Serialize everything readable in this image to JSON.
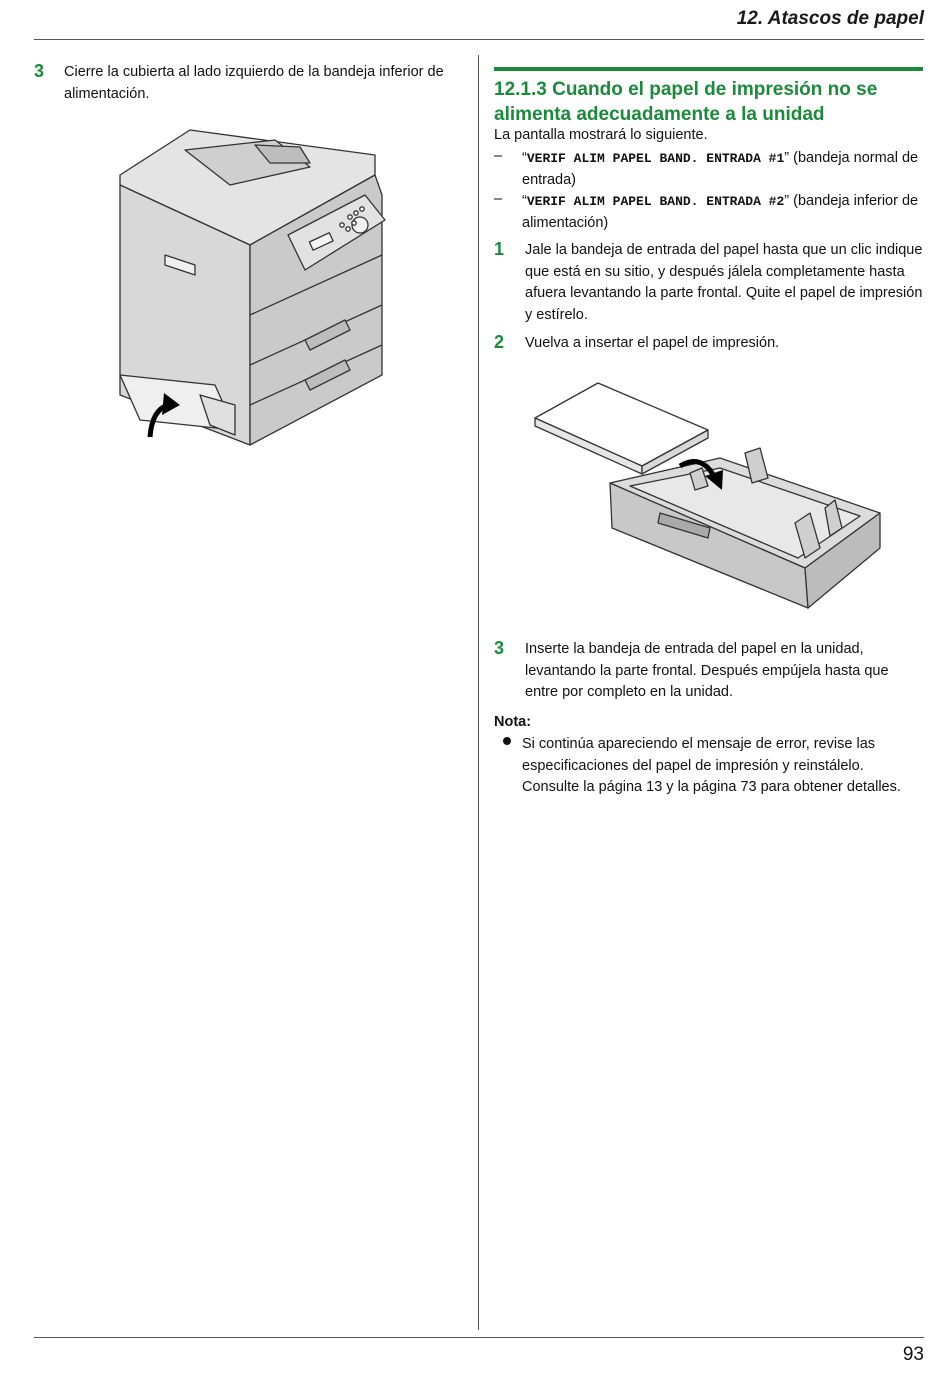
{
  "header": {
    "title": "12. Atascos de papel"
  },
  "left_column": {
    "step3": {
      "number": "3",
      "text": "Cierre la cubierta al lado izquierdo de la bandeja inferior de alimentación."
    }
  },
  "right_column": {
    "section_heading": "12.1.3 Cuando el papel de impresión no se alimenta adecuadamente a la unidad",
    "intro": "La pantalla mostrará lo siguiente.",
    "messages": [
      {
        "dash": "–",
        "open_quote": "“",
        "code": "VERIF ALIM PAPEL BAND. ENTRADA #1",
        "close_quote": "”",
        "description": " (bandeja normal de entrada)"
      },
      {
        "dash": "–",
        "open_quote": "“",
        "code": "VERIF ALIM PAPEL BAND. ENTRADA #2",
        "close_quote": "”",
        "description": " (bandeja inferior de alimentación)"
      }
    ],
    "steps": [
      {
        "number": "1",
        "text": "Jale la bandeja de entrada del papel hasta que un clic indique que está en su sitio, y después jálela completamente hasta afuera levantando la parte frontal. Quite el papel de impresión y estírelo."
      },
      {
        "number": "2",
        "text": "Vuelva a insertar el papel de impresión."
      },
      {
        "number": "3",
        "text": "Inserte la bandeja de entrada del papel en la unidad, levantando la parte frontal. Después empújela hasta que entre por completo en la unidad."
      }
    ],
    "note": {
      "label": "Nota:",
      "text": "Si continúa apareciendo el mensaje de error, revise las especificaciones del papel de impresión y reinstálelo. Consulte la página 13 y la página 73 para obtener detalles."
    }
  },
  "footer": {
    "page_number": "93"
  },
  "colors": {
    "accent_green": "#1b8a3a",
    "illustration_fill": "#d4d4d4",
    "illustration_stroke": "#333333"
  },
  "illustrations": {
    "printer": "multifunction-printer-lower-tray-cover-closing",
    "tray": "paper-tray-reloading-paper"
  }
}
